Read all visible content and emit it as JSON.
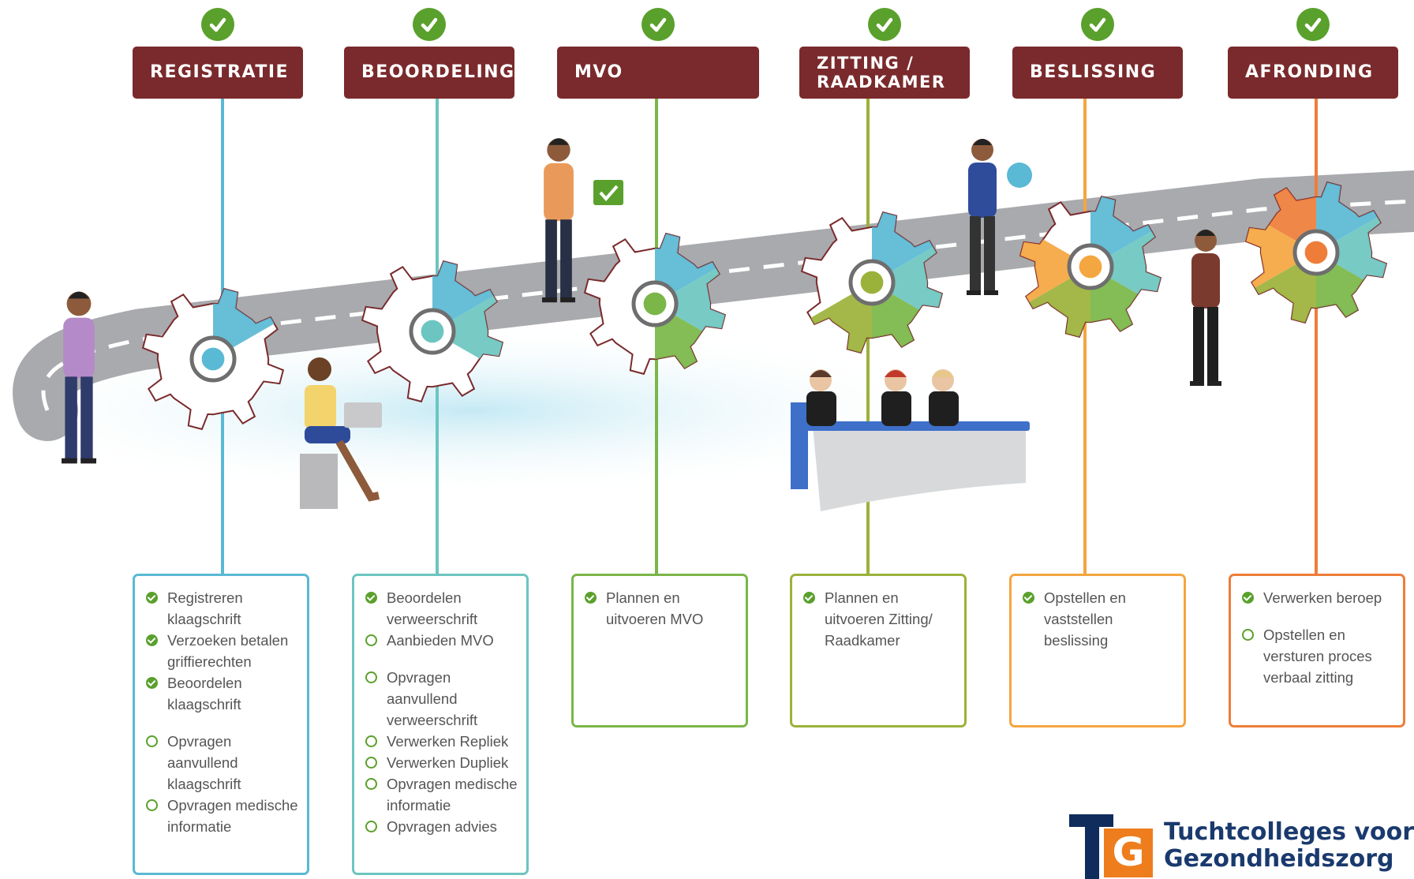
{
  "colors": {
    "header_bg": "#7a2a2c",
    "check": "#5aa02c",
    "road": "#a9aaad",
    "logo_navy": "#0f2c5c",
    "logo_orange": "#ee7d1e"
  },
  "stages": [
    {
      "id": "registratie",
      "title": "REGISTRATIE",
      "color": "#5ab9d4",
      "tasks": [
        {
          "text": "Registreren klaagschrift",
          "status": "done"
        },
        {
          "text": "Verzoeken betalen griffierechten",
          "status": "done"
        },
        {
          "text": "Beoordelen klaagschrift",
          "status": "done"
        },
        {
          "text": "Opvragen aanvullend klaagschrift",
          "status": "open",
          "gap": true
        },
        {
          "text": "Opvragen medische informatie",
          "status": "open"
        }
      ]
    },
    {
      "id": "beoordeling",
      "title": "BEOORDELING",
      "color": "#6cc5c0",
      "tasks": [
        {
          "text": "Beoordelen verweerschrift",
          "status": "done"
        },
        {
          "text": "Aanbieden MVO",
          "status": "open"
        },
        {
          "text": "Opvragen aanvullend verweerschrift",
          "status": "open",
          "gap": true
        },
        {
          "text": "Verwerken Repliek",
          "status": "open"
        },
        {
          "text": "Verwerken Dupliek",
          "status": "open"
        },
        {
          "text": "Opvragen medische informatie",
          "status": "open"
        },
        {
          "text": "Opvragen advies",
          "status": "open"
        }
      ]
    },
    {
      "id": "mvo",
      "title": "MVO",
      "color": "#7ab648",
      "tasks": [
        {
          "text": "Plannen en uitvoeren MVO",
          "status": "done"
        }
      ]
    },
    {
      "id": "zitting",
      "title": "ZITTING /\nRAADKAMER",
      "color": "#9bb23a",
      "tasks": [
        {
          "text": "Plannen en uitvoeren Zitting/ Raadkamer",
          "status": "done"
        }
      ]
    },
    {
      "id": "beslissing",
      "title": "BESLISSING",
      "color": "#f4a640",
      "tasks": [
        {
          "text": "Opstellen en vaststellen beslissing",
          "status": "done"
        }
      ]
    },
    {
      "id": "afronding",
      "title": "AFRONDING",
      "color": "#ee7d3a",
      "tasks": [
        {
          "text": "Verwerken beroep",
          "status": "done"
        },
        {
          "text": "Opstellen en versturen proces verbaal zitting",
          "status": "open",
          "gap": true
        }
      ]
    }
  ],
  "logo": {
    "mark_letters": "TG",
    "line1": "Tuchtcolleges voor d",
    "line2": "Gezondheidszorg"
  }
}
